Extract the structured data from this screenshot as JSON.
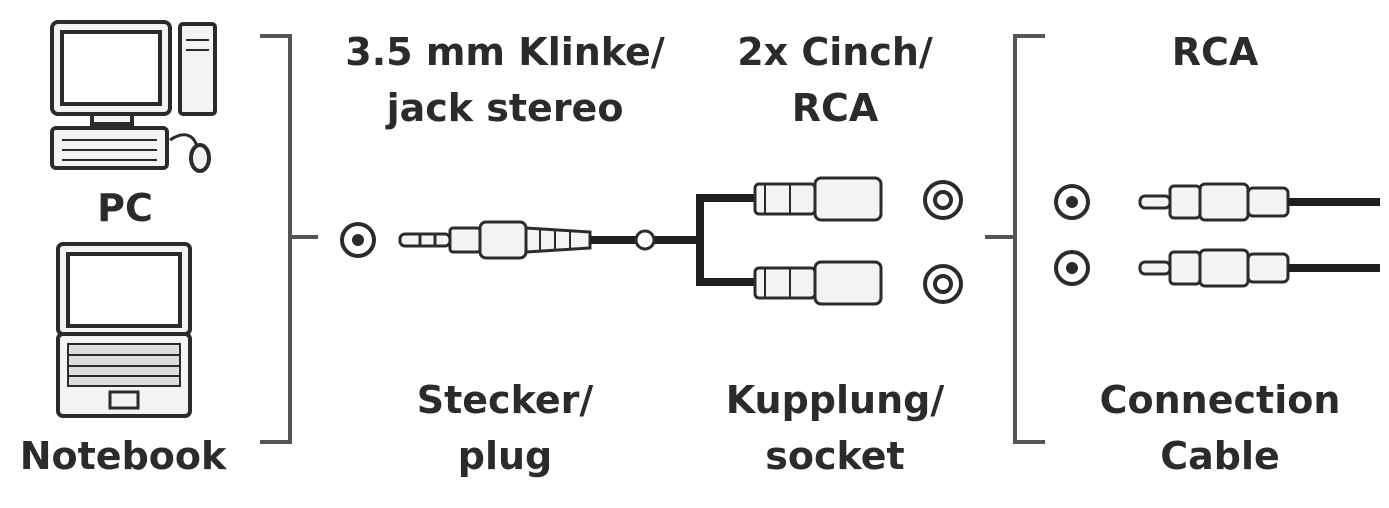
{
  "devices": {
    "pc_label": "PC",
    "notebook_label": "Notebook"
  },
  "labels": {
    "jack_line1": "3.5 mm Klinke/",
    "jack_line2": "jack stereo",
    "cinch_line1": "2x Cinch/",
    "cinch_line2": "RCA",
    "rca_title": "RCA",
    "plug_line1": "Stecker/",
    "plug_line2": "plug",
    "socket_line1": "Kupplung/",
    "socket_line2": "socket",
    "cable_line1": "Connection",
    "cable_line2": "Cable"
  },
  "colors": {
    "line": "#2b2b2b",
    "connector_fill": "#f4f4f4",
    "bracket": "#555555",
    "cable": "#1e1e1e"
  }
}
